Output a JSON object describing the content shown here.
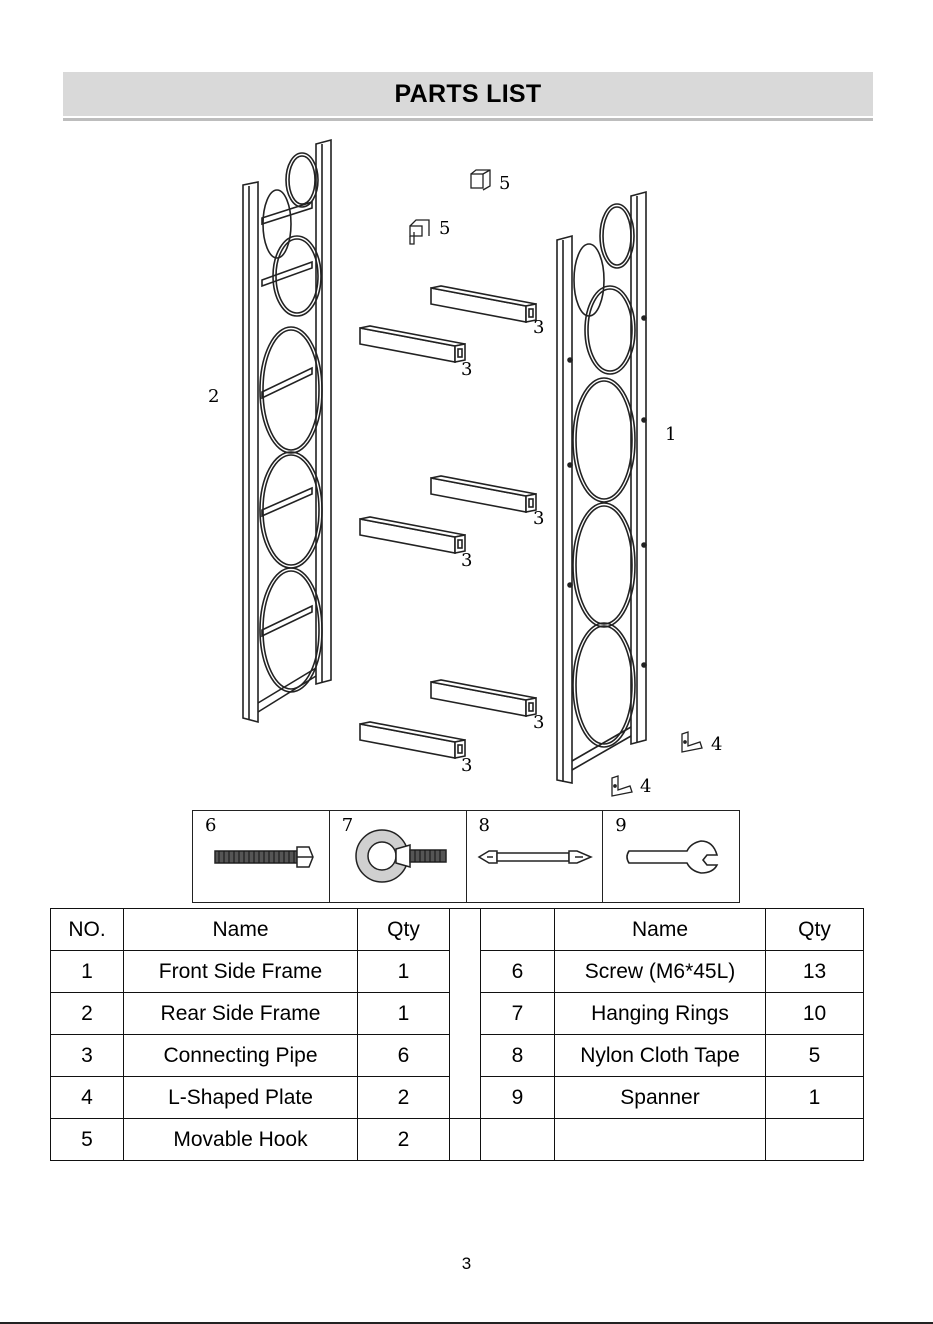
{
  "header": {
    "title": "PARTS LIST"
  },
  "diagram": {
    "callouts": {
      "part1": "1",
      "part2": "2",
      "part3": "3",
      "part4": "4",
      "part5": "5"
    }
  },
  "hardware": [
    {
      "num": "6",
      "icon": "screw-icon"
    },
    {
      "num": "7",
      "icon": "hanging-ring-icon"
    },
    {
      "num": "8",
      "icon": "nylon-tape-icon"
    },
    {
      "num": "9",
      "icon": "spanner-icon"
    }
  ],
  "table": {
    "headers": [
      "NO.",
      "Name",
      "Qty",
      "",
      "",
      "Name",
      "Qty"
    ],
    "rows": [
      [
        "1",
        "Front Side Frame",
        "1",
        "",
        "6",
        "Screw (M6*45L)",
        "13"
      ],
      [
        "2",
        "Rear Side Frame",
        "1",
        "",
        "7",
        "Hanging Rings",
        "10"
      ],
      [
        "3",
        "Connecting Pipe",
        "6",
        "",
        "8",
        "Nylon Cloth Tape",
        "5"
      ],
      [
        "4",
        "L-Shaped Plate",
        "2",
        "",
        "9",
        "Spanner",
        "1"
      ],
      [
        "5",
        "Movable Hook",
        "2",
        "",
        "",
        "",
        ""
      ]
    ]
  },
  "footer": {
    "page_number": "3"
  }
}
